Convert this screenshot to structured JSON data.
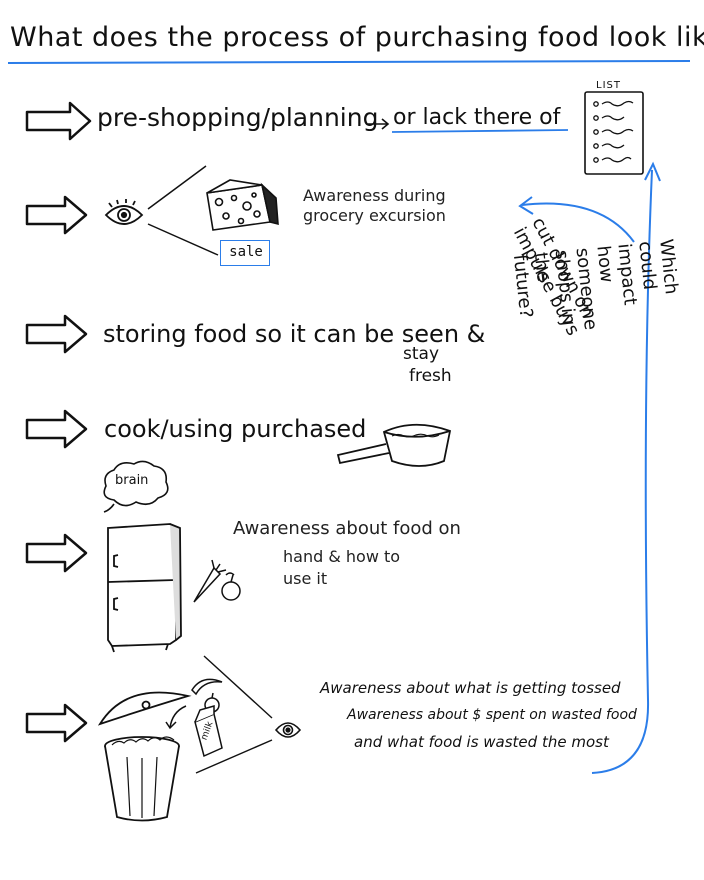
{
  "title": "What does the process of purchasing food look like?",
  "steps": {
    "pre_shopping": "pre-shopping/planning",
    "or_lack": "or lack there of",
    "storing": "storing food so it can be seen &",
    "storing_2": "stay",
    "storing_3": "fresh",
    "cook": "cook/using purchased"
  },
  "labels": {
    "list": "LIST",
    "sale": "sale",
    "brain": "brain",
    "milk": "milk"
  },
  "notes": {
    "grocery_1": "Awareness during",
    "grocery_2": "grocery excursion",
    "on_hand_1": "Awareness about food on",
    "on_hand_2": "hand & how to",
    "on_hand_3": "use it",
    "tossed_1": "Awareness about what is getting tossed",
    "tossed_2": "Awareness about $ spent on wasted food",
    "tossed_3": "and what food is wasted the most"
  },
  "side": {
    "impulse": "cut down on impulse buys",
    "future": "Which could impact how someone shops in the future?"
  },
  "colors": {
    "accent": "#2b7de9",
    "ink": "#111111"
  }
}
